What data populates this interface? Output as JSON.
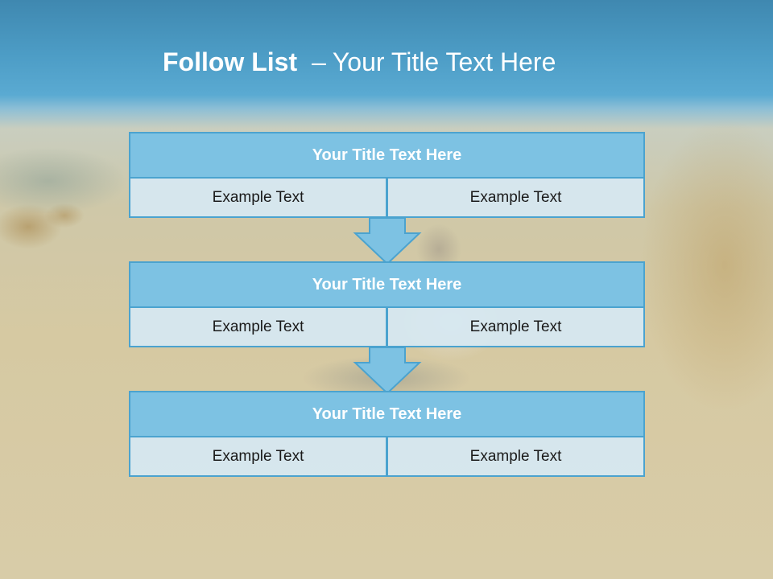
{
  "slide": {
    "title_bold": "Follow List",
    "title_separator": "–",
    "title_rest": "Your Title Text Here"
  },
  "follow_list": [
    {
      "title": "Your Title Text Here",
      "left_text": "Example Text",
      "right_text": "Example Text"
    },
    {
      "title": "Your Title Text Here",
      "left_text": "Example Text",
      "right_text": "Example Text"
    },
    {
      "title": "Your Title Text Here",
      "left_text": "Example Text",
      "right_text": "Example Text"
    }
  ],
  "colors": {
    "header_band": "#4d9dc6",
    "block_header": "#7dc2e3",
    "block_border": "#4ba3cf",
    "block_cell": "#d6e8f2",
    "arrow_fill": "#7dc2e3"
  }
}
